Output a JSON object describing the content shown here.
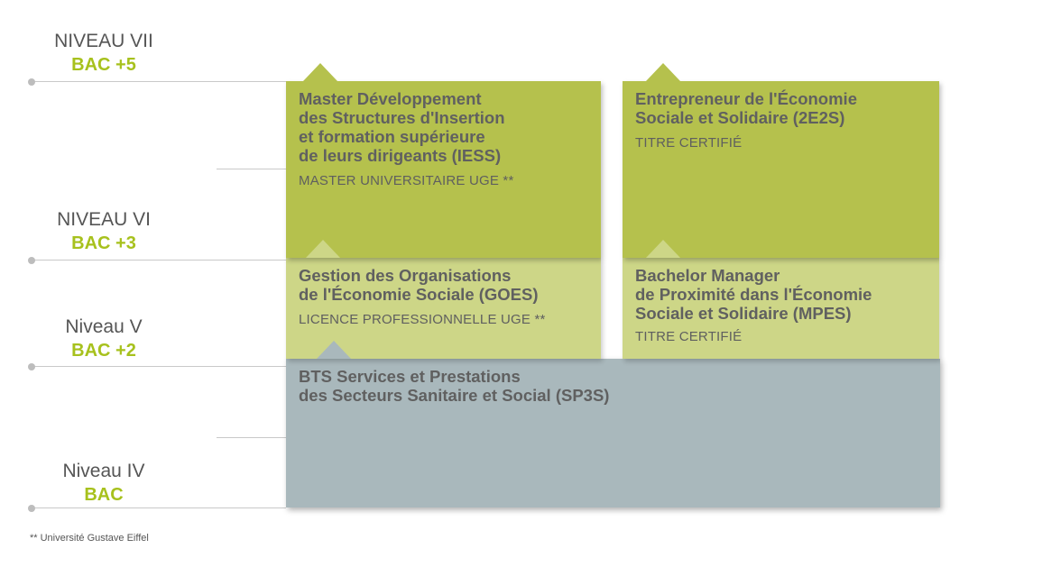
{
  "levels": [
    {
      "name": "NIVEAU VII",
      "bac": "BAC +5"
    },
    {
      "name": "NIVEAU VI",
      "bac": "BAC +3"
    },
    {
      "name": "Niveau V",
      "bac": "BAC +2"
    },
    {
      "name": "Niveau IV",
      "bac": "BAC"
    }
  ],
  "formations": [
    {
      "title": "Master Développement\ndes Structures d'Insertion\net formation supérieure\nde leurs dirigeants (IESS)",
      "subtitle": "MASTER UNIVERSITAIRE UGE **",
      "color": "#b5c14d"
    },
    {
      "title": "Entrepreneur de l'Économie\nSociale et Solidaire (2E2S)",
      "subtitle": "TITRE CERTIFIÉ",
      "color": "#b5c14d"
    },
    {
      "title": "Gestion des Organisations\nde l'Économie Sociale (GOES)",
      "subtitle": "LICENCE PROFESSIONNELLE UGE **",
      "color": "#cdd687"
    },
    {
      "title": "Bachelor Manager\nde Proximité dans l'Économie\nSociale et Solidaire (MPES)",
      "subtitle": "TITRE CERTIFIÉ",
      "color": "#cdd687"
    },
    {
      "title": "BTS Services et Prestations\ndes Secteurs Sanitaire et Social (SP3S)",
      "subtitle": "",
      "color": "#a9b8bc"
    }
  ],
  "footnote": "** Université Gustave Eiffel"
}
